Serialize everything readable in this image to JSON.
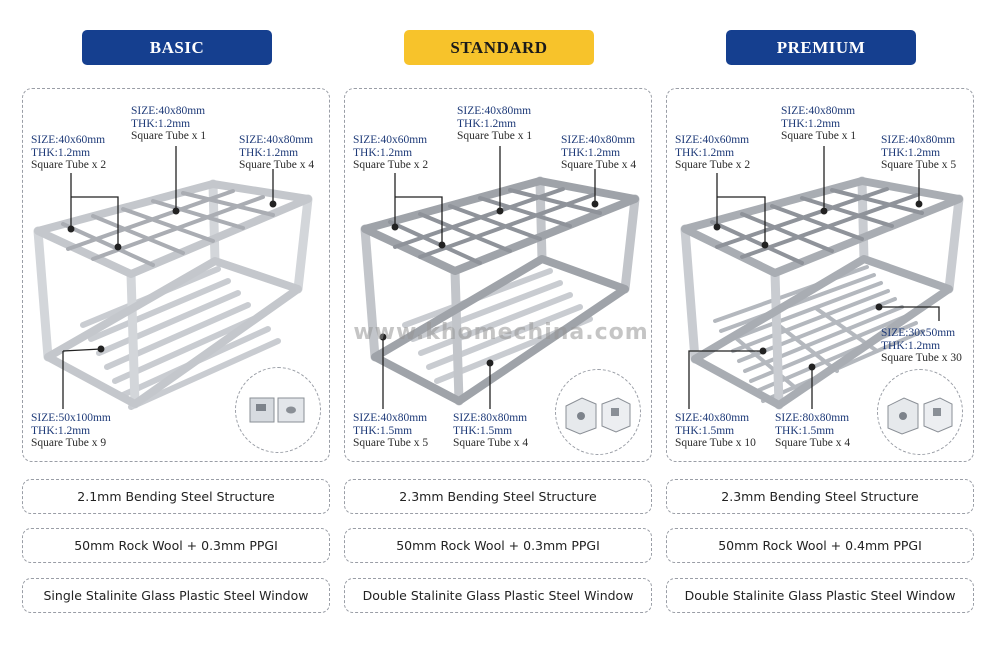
{
  "colors": {
    "blue": "#153f8f",
    "gold": "#f7c32b",
    "label_key": "#1e3a78"
  },
  "tiers": [
    {
      "name": "BASIC",
      "labels": {
        "top": [
          "SIZE:40x80mm",
          "THK:1.2mm",
          "Square Tube x 1"
        ],
        "left": [
          "SIZE:40x60mm",
          "THK:1.2mm",
          "Square Tube x 2"
        ],
        "right": [
          "SIZE:40x80mm",
          "THK:1.2mm",
          "Square Tube x 4"
        ],
        "bottom_left": [
          "SIZE:50x100mm",
          "THK:1.2mm",
          "Square Tube x 9"
        ]
      },
      "corner_icon": "corner-fitting-icon",
      "features": [
        "2.1mm Bending Steel Structure",
        "50mm Rock Wool + 0.3mm PPGI",
        "Single Stalinite Glass Plastic Steel Window"
      ]
    },
    {
      "name": "STANDARD",
      "labels": {
        "top": [
          "SIZE:40x80mm",
          "THK:1.2mm",
          "Square Tube x 1"
        ],
        "left": [
          "SIZE:40x60mm",
          "THK:1.2mm",
          "Square Tube x 2"
        ],
        "right": [
          "SIZE:40x80mm",
          "THK:1.2mm",
          "Square Tube x 4"
        ],
        "bottom_left": [
          "SIZE:40x80mm",
          "THK:1.5mm",
          "Square Tube x 5"
        ],
        "bottom_right": [
          "SIZE:80x80mm",
          "THK:1.5mm",
          "Square Tube x 4"
        ]
      },
      "corner_icon": "corner-fitting-icon",
      "features": [
        "2.3mm Bending Steel Structure",
        "50mm Rock Wool + 0.3mm PPGI",
        "Double Stalinite Glass Plastic Steel Window"
      ]
    },
    {
      "name": "PREMIUM",
      "labels": {
        "top": [
          "SIZE:40x80mm",
          "THK:1.2mm",
          "Square Tube x 1"
        ],
        "left": [
          "SIZE:40x60mm",
          "THK:1.2mm",
          "Square Tube x 2"
        ],
        "right": [
          "SIZE:40x80mm",
          "THK:1.2mm",
          "Square Tube x 5"
        ],
        "mid_right": [
          "SIZE:30x50mm",
          "THK:1.2mm",
          "Square Tube x 30"
        ],
        "bottom_left": [
          "SIZE:40x80mm",
          "THK:1.5mm",
          "Square Tube x 10"
        ],
        "bottom_right": [
          "SIZE:80x80mm",
          "THK:1.5mm",
          "Square Tube x 4"
        ]
      },
      "corner_icon": "corner-fitting-icon",
      "features": [
        "2.3mm Bending Steel Structure",
        "50mm Rock Wool + 0.4mm PPGI",
        "Double Stalinite Glass Plastic Steel Window"
      ]
    }
  ],
  "watermark": "www.khomechina.com"
}
